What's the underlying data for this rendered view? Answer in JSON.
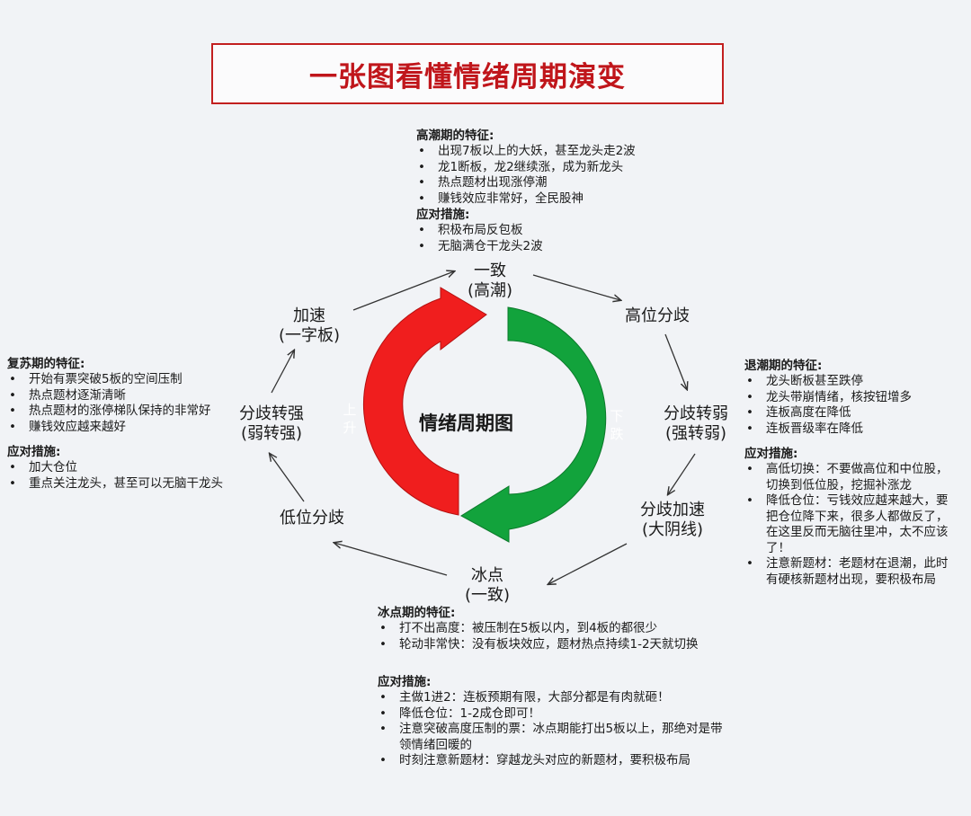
{
  "title": "一张图看懂情绪周期演变",
  "center": "情绪周期图",
  "arrow_labels": {
    "up": [
      "上",
      "升"
    ],
    "down": [
      "下",
      "跌"
    ]
  },
  "nodes": {
    "top": [
      "一致",
      "(高潮)"
    ],
    "high_divergence": [
      "高位分歧"
    ],
    "weaken": [
      "分歧转弱",
      "(强转弱)"
    ],
    "accelerate": [
      "分歧加速",
      "(大阴线)"
    ],
    "bottom": [
      "冰点",
      "(一致)"
    ],
    "low_divergence": [
      "低位分歧"
    ],
    "strengthen": [
      "分歧转强",
      "(弱转强)"
    ],
    "speedup": [
      "加速",
      "(一字板)"
    ]
  },
  "sections": {
    "climax": {
      "title": "高潮期的特征:",
      "features": [
        "出现7板以上的大妖，甚至龙头走2波",
        "龙1断板，龙2继续涨，成为新龙头",
        "热点题材出现涨停潮",
        "赚钱效应非常好，全民股神"
      ],
      "measures_title": "应对措施:",
      "measures": [
        "积极布局反包板",
        "无脑满仓干龙头2波"
      ]
    },
    "recovery": {
      "title": "复苏期的特征:",
      "features": [
        "开始有票突破5板的空间压制",
        "热点题材逐渐清晰",
        "热点题材的涨停梯队保持的非常好",
        "赚钱效应越来越好"
      ],
      "measures_title": "应对措施:",
      "measures": [
        "加大仓位",
        "重点关注龙头，甚至可以无脑干龙头"
      ]
    },
    "ebb": {
      "title": "退潮期的特征:",
      "features": [
        "龙头断板甚至跌停",
        "龙头带崩情绪，核按钮增多",
        "连板高度在降低",
        "连板晋级率在降低"
      ],
      "measures_title": "应对措施:",
      "measures": [
        "高低切换：不要做高位和中位股，切换到低位股，挖掘补涨龙",
        "降低仓位：亏钱效应越来越大，要把仓位降下来，很多人都做反了，在这里反而无脑往里冲，太不应该了！",
        "注意新题材：老题材在退潮，此时有硬核新题材出现，要积极布局"
      ]
    },
    "freeze": {
      "title": "冰点期的特征:",
      "features": [
        "打不出高度：被压制在5板以内，到4板的都很少",
        "轮动非常快：没有板块效应，题材热点持续1-2天就切换"
      ],
      "measures_title": "应对措施:",
      "measures": [
        "主做1进2：连板预期有限，大部分都是有肉就砸！",
        "降低仓位：1-2成仓即可！",
        "注意突破高度压制的票：冰点期能打出5板以上，那绝对是带领情绪回暖的",
        "时刻注意新题材：穿越龙头对应的新题材，要积极布局"
      ]
    }
  },
  "colors": {
    "title": "#c0161b",
    "red_arrow": "#f01e1e",
    "green_arrow": "#12a33c",
    "border": "#c21f1f"
  }
}
